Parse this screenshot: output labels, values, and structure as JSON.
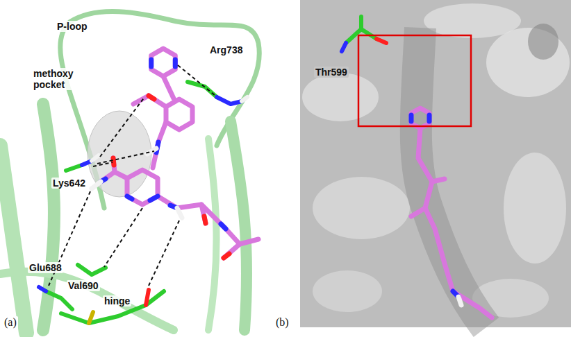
{
  "diagram": {
    "labels": [
      "P-loop",
      "methoxy pocket",
      "Arg738",
      "Lys642",
      "Glu688",
      "Val690",
      "hinge",
      "(a)",
      "Thr599",
      "(b)"
    ]
  }
}
